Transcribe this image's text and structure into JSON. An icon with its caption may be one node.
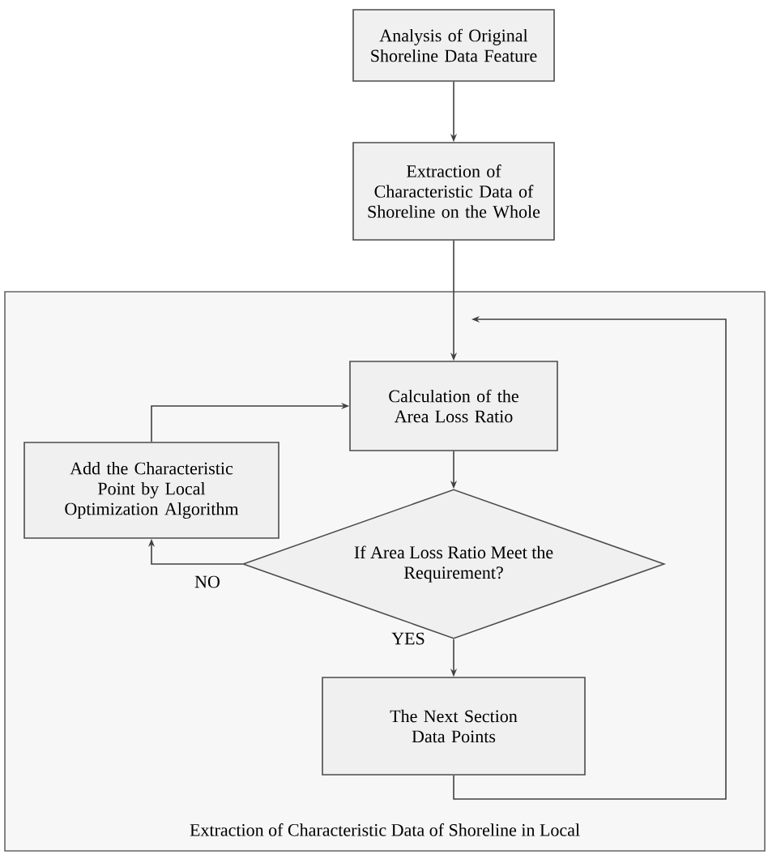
{
  "diagram": {
    "nodes": [
      {
        "text": [
          "Analysis of Original Shoreline Data Feature"
        ]
      },
      {
        "text": [
          "Extraction of Characteristic Data of Shoreline on the Whole"
        ]
      },
      {
        "text": [
          "Extraction of Characteristic Data of Shoreline in Local"
        ]
      },
      {
        "text": [
          "Calculation of the Area Loss Ratio"
        ],
        "in": 2
      },
      {
        "text": [
          "Add the Characteristic Point by Local Optimization Algorithm"
        ],
        "in": 2
      },
      {
        "text": [
          "If Area Loss Ratio Meet the Requirement?"
        ],
        "in": 2
      },
      {
        "text": [
          "The Next Section Data Points"
        ],
        "in": 2
      }
    ],
    "edges": [
      {
        "from": 0,
        "to": 1,
        "arrow": "to"
      },
      {
        "from": 1,
        "to": 3,
        "arrow": "to"
      },
      {
        "from": 3,
        "to": 5,
        "arrow": "to"
      },
      {
        "from": 5,
        "to": 4,
        "arrow": "to",
        "label": "NO"
      },
      {
        "from": 4,
        "to": 3,
        "arrow": "to"
      },
      {
        "from": 5,
        "to": 6,
        "arrow": "to",
        "label": "YES"
      },
      {
        "from": 6,
        "to": 3,
        "arrow": "to"
      }
    ]
  }
}
